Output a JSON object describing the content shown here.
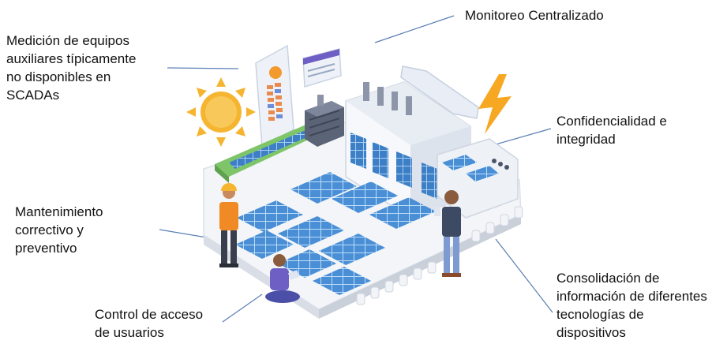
{
  "callouts": {
    "auxiliary_measurement": "Medición de equipos\nauxiliares típicamente\nno disponibles en\nSCADAs",
    "centralized_monitoring": "Monitoreo Centralizado",
    "confidentiality": "Confidencialidad e\nintegridad",
    "maintenance": "Mantenimiento\ncorrectivo y\npreventivo",
    "access_control": "Control de acceso\nde usuarios",
    "consolidation": "Consolidación de\ninformación de diferentes\ntecnologías de\ndispositivos"
  },
  "colors": {
    "leader_line": "#5b7fb5",
    "panel_blue": "#4a8fd6",
    "platform": "#eef1f5",
    "sun": "#f6b531",
    "bolt": "#f7a823",
    "worker_vest": "#f08a24",
    "worker_helmet": "#f6b531",
    "worker_seated": "#6d5fc4",
    "worker_right": "#3c4a63"
  },
  "icons": [
    "sun-icon",
    "lightning-bolt-icon",
    "server-rack-icon",
    "dashboard-panel-icon"
  ]
}
